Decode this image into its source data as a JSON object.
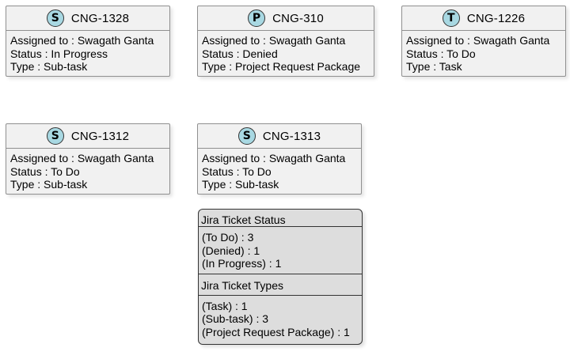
{
  "labels": {
    "assigned_prefix": "Assigned to : ",
    "status_prefix": "Status : ",
    "type_prefix": "Type : "
  },
  "tickets": [
    {
      "badge": "S",
      "id": "CNG-1328",
      "assignee": "Swagath Ganta",
      "status": "In Progress",
      "type": "Sub-task"
    },
    {
      "badge": "P",
      "id": "CNG-310",
      "assignee": "Swagath Ganta",
      "status": "Denied",
      "type": "Project Request Package"
    },
    {
      "badge": "T",
      "id": "CNG-1226",
      "assignee": "Swagath Ganta",
      "status": "To Do",
      "type": "Task"
    },
    {
      "badge": "S",
      "id": "CNG-1312",
      "assignee": "Swagath Ganta",
      "status": "To Do",
      "type": "Sub-task"
    },
    {
      "badge": "S",
      "id": "CNG-1313",
      "assignee": "Swagath Ganta",
      "status": "To Do",
      "type": "Sub-task"
    }
  ],
  "legend": {
    "status_title": "Jira Ticket Status",
    "status_lines": [
      "(To Do) : 3",
      "(Denied) : 1",
      "(In Progress) : 1"
    ],
    "types_title": "Jira Ticket Types",
    "types_lines": [
      "(Task) : 1",
      "(Sub-task) : 3",
      "(Project Request Package) : 1"
    ]
  },
  "colors": {
    "card_fill": "#f1f1f1",
    "badge_fill": "#a8d8e2",
    "legend_fill": "#dddddd"
  }
}
